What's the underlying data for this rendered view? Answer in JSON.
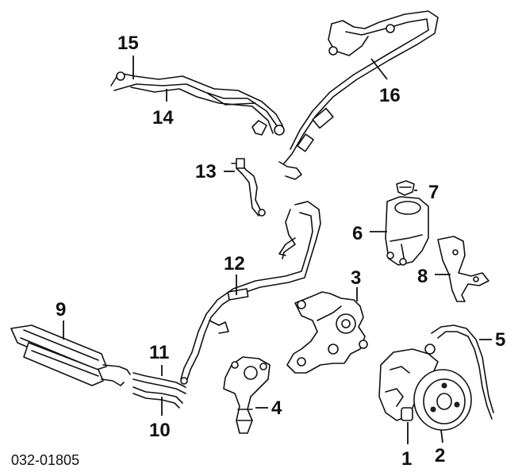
{
  "diagram": {
    "reference_number": "032-01805",
    "callouts": [
      {
        "number": "1"
      },
      {
        "number": "2"
      },
      {
        "number": "3"
      },
      {
        "number": "4"
      },
      {
        "number": "5"
      },
      {
        "number": "6"
      },
      {
        "number": "7"
      },
      {
        "number": "8"
      },
      {
        "number": "9"
      },
      {
        "number": "10"
      },
      {
        "number": "11"
      },
      {
        "number": "12"
      },
      {
        "number": "13"
      },
      {
        "number": "14"
      },
      {
        "number": "15"
      },
      {
        "number": "16"
      }
    ]
  }
}
